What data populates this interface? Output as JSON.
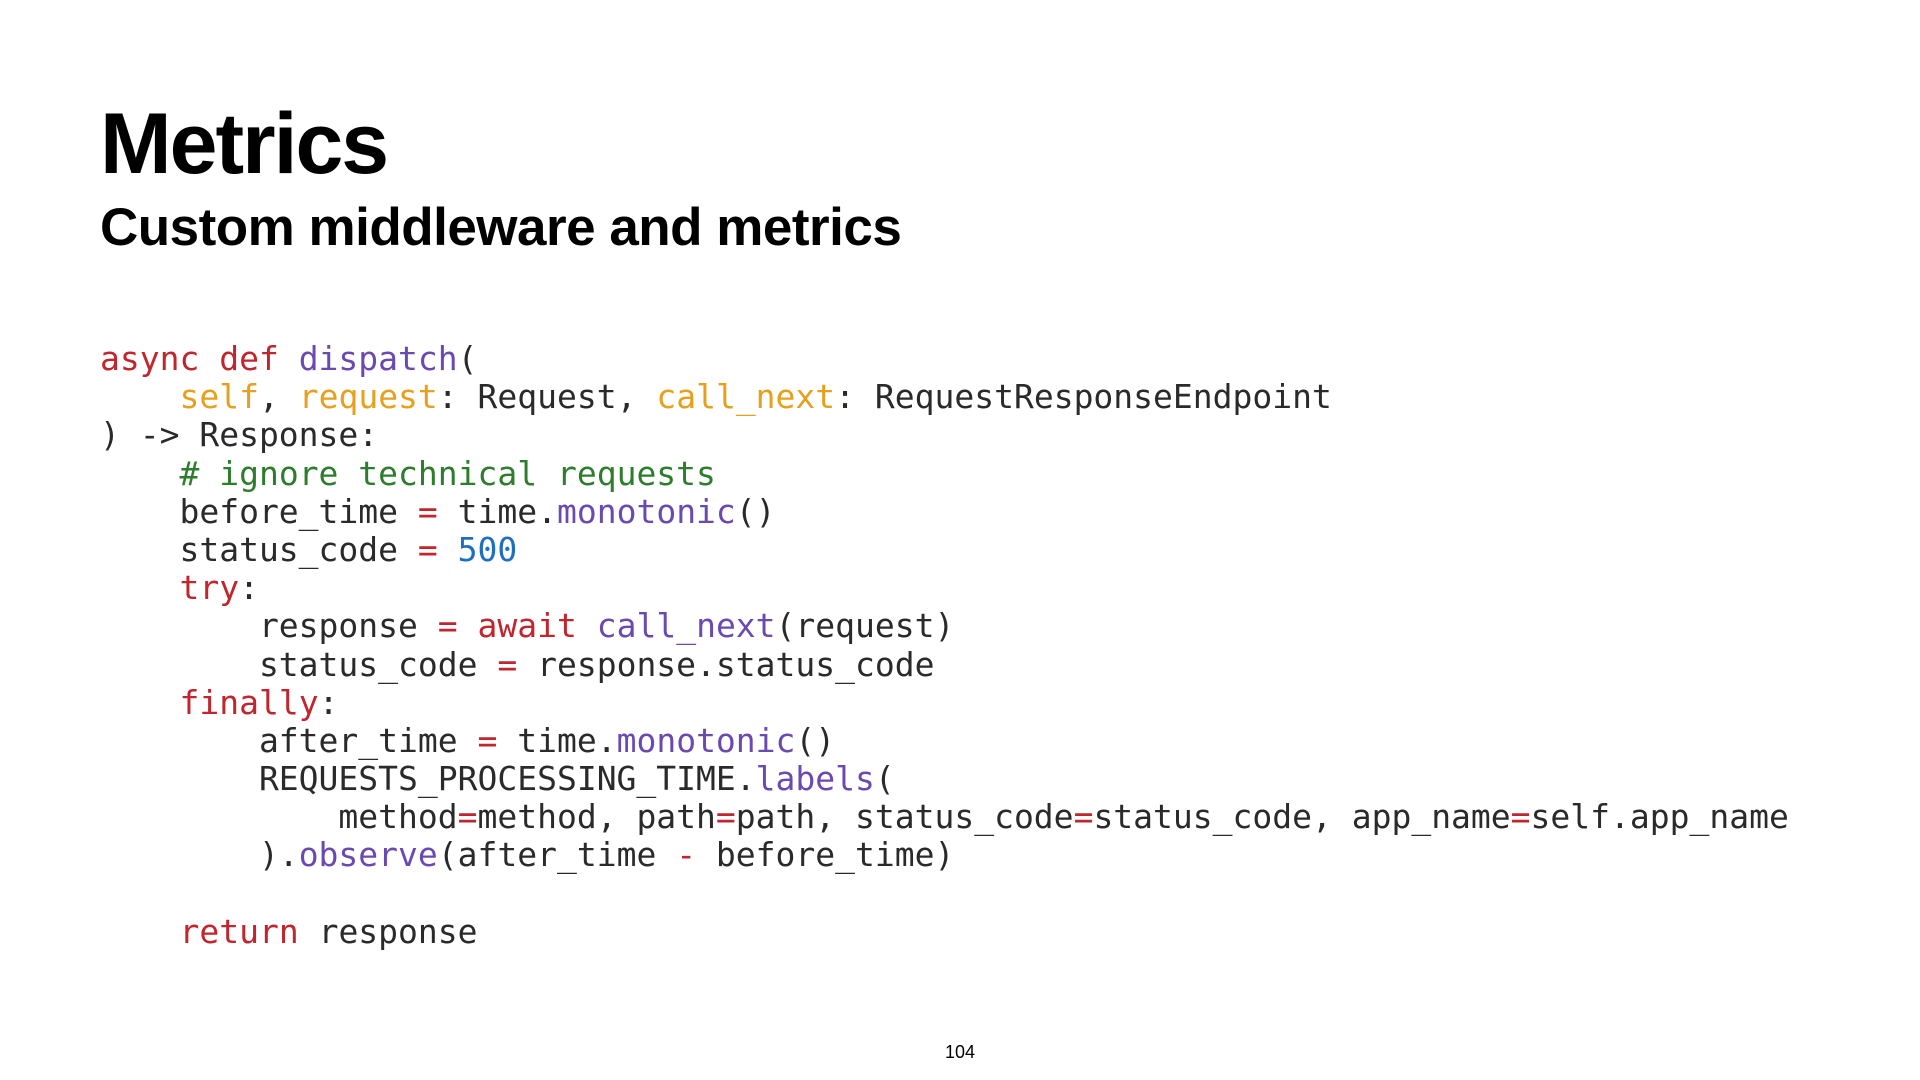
{
  "slide": {
    "title": "Metrics",
    "subtitle": "Custom middleware and metrics",
    "page_number": "104"
  },
  "code": {
    "language": "python",
    "token_colors": {
      "plain": "#2a2a2a",
      "keyword": "#c0262d",
      "function": "#6a4ab0",
      "param": "#e6a01e",
      "comment": "#2d7d2d",
      "number": "#1e6fc0",
      "operator": "#c0262d"
    },
    "lines": [
      [
        [
          "keyword",
          "async def "
        ],
        [
          "function",
          "dispatch"
        ],
        [
          "plain",
          "("
        ]
      ],
      [
        [
          "plain",
          "    "
        ],
        [
          "param",
          "self"
        ],
        [
          "plain",
          ", "
        ],
        [
          "param",
          "request"
        ],
        [
          "plain",
          ": Request, "
        ],
        [
          "param",
          "call_next"
        ],
        [
          "plain",
          ": RequestResponseEndpoint"
        ]
      ],
      [
        [
          "plain",
          ") -> Response:"
        ]
      ],
      [
        [
          "plain",
          "    "
        ],
        [
          "comment",
          "# ignore technical requests"
        ]
      ],
      [
        [
          "plain",
          "    before_time "
        ],
        [
          "operator",
          "="
        ],
        [
          "plain",
          " time."
        ],
        [
          "function",
          "monotonic"
        ],
        [
          "plain",
          "()"
        ]
      ],
      [
        [
          "plain",
          "    status_code "
        ],
        [
          "operator",
          "="
        ],
        [
          "plain",
          " "
        ],
        [
          "number",
          "500"
        ]
      ],
      [
        [
          "plain",
          "    "
        ],
        [
          "keyword",
          "try"
        ],
        [
          "plain",
          ":"
        ]
      ],
      [
        [
          "plain",
          "        response "
        ],
        [
          "operator",
          "="
        ],
        [
          "plain",
          " "
        ],
        [
          "keyword",
          "await"
        ],
        [
          "plain",
          " "
        ],
        [
          "function",
          "call_next"
        ],
        [
          "plain",
          "(request)"
        ]
      ],
      [
        [
          "plain",
          "        status_code "
        ],
        [
          "operator",
          "="
        ],
        [
          "plain",
          " response.status_code"
        ]
      ],
      [
        [
          "plain",
          "    "
        ],
        [
          "keyword",
          "finally"
        ],
        [
          "plain",
          ":"
        ]
      ],
      [
        [
          "plain",
          "        after_time "
        ],
        [
          "operator",
          "="
        ],
        [
          "plain",
          " time."
        ],
        [
          "function",
          "monotonic"
        ],
        [
          "plain",
          "()"
        ]
      ],
      [
        [
          "plain",
          "        REQUESTS_PROCESSING_TIME."
        ],
        [
          "function",
          "labels"
        ],
        [
          "plain",
          "("
        ]
      ],
      [
        [
          "plain",
          "            method"
        ],
        [
          "operator",
          "="
        ],
        [
          "plain",
          "method, path"
        ],
        [
          "operator",
          "="
        ],
        [
          "plain",
          "path, status_code"
        ],
        [
          "operator",
          "="
        ],
        [
          "plain",
          "status_code, app_name"
        ],
        [
          "operator",
          "="
        ],
        [
          "plain",
          "self.app_name"
        ]
      ],
      [
        [
          "plain",
          "        )."
        ],
        [
          "function",
          "observe"
        ],
        [
          "plain",
          "(after_time "
        ],
        [
          "operator",
          "-"
        ],
        [
          "plain",
          " before_time)"
        ]
      ],
      [
        [
          "plain",
          ""
        ]
      ],
      [
        [
          "plain",
          "    "
        ],
        [
          "keyword",
          "return"
        ],
        [
          "plain",
          " response"
        ]
      ]
    ]
  }
}
